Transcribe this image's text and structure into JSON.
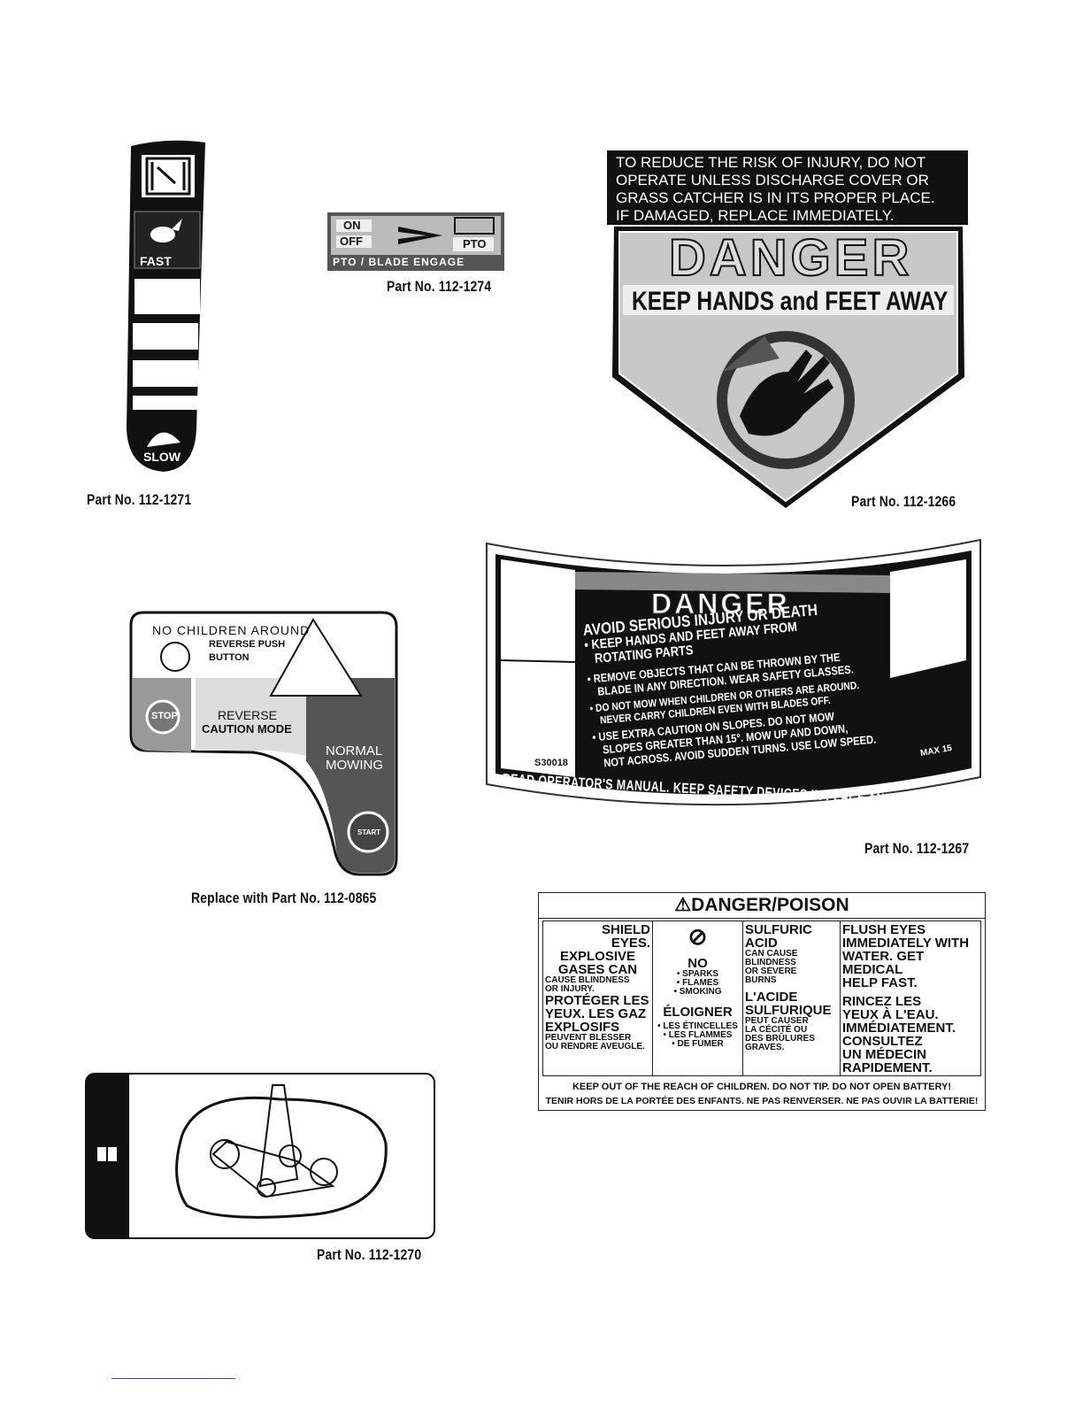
{
  "parts": {
    "p1271": "Part No. 112-1271",
    "p1274": "Part No. 112-1274",
    "p1266": "Part No. 112-1266",
    "p1267": "Part No. 112-1267",
    "p0865": "Replace with Part No. 112-0865",
    "p1270": "Part No. 112-1270"
  },
  "throttle": {
    "fast": "FAST",
    "slow": "SLOW"
  },
  "pto": {
    "on": "ON",
    "off": "OFF",
    "pto": "PTO",
    "caption": "PTO / BLADE ENGAGE"
  },
  "hands": {
    "warning_lines": [
      "TO REDUCE THE RISK OF INJURY, DO NOT",
      "OPERATE UNLESS DISCHARGE COVER OR",
      "GRASS CATCHER IS IN ITS PROPER PLACE.",
      "IF DAMAGED, REPLACE IMMEDIATELY."
    ],
    "danger": "DANGER",
    "keep": "KEEP HANDS and FEET AWAY"
  },
  "reverse": {
    "no_children": "NO CHILDREN AROUND",
    "reverse_push": "REVERSE PUSH",
    "button": "BUTTON",
    "stop": "STOP",
    "reverse": "REVERSE",
    "caution": "CAUTION MODE",
    "normal": "NORMAL",
    "mowing": "MOWING",
    "start": "START"
  },
  "serious": {
    "danger": "DANGER",
    "lines": [
      "AVOID SERIOUS INJURY OR DEATH",
      "• KEEP HANDS AND FEET AWAY FROM",
      "ROTATING PARTS",
      "• REMOVE OBJECTS THAT CAN BE THROWN BY THE",
      "BLADE IN ANY DIRECTION. WEAR SAFETY GLASSES.",
      "• DO NOT MOW WHEN CHILDREN OR OTHERS ARE AROUND.",
      "NEVER CARRY CHILDREN EVEN WITH BLADES OFF.",
      "• USE EXTRA CAUTION ON SLOPES. DO NOT MOW",
      "SLOPES GREATER THAN 15°. MOW UP AND DOWN,",
      "NOT ACROSS. AVOID SUDDEN TURNS. USE LOW SPEED."
    ],
    "code": "S30018",
    "max": "MAX 15",
    "bottom": "READ OPERATOR'S MANUAL. KEEP SAFETY DEVICES IN PLACE AND WORKING."
  },
  "poison": {
    "title": "DANGER/POISON",
    "col1": {
      "shield": "SHIELD",
      "eyes": "EYES.",
      "explosive": "EXPLOSIVE",
      "gases": "GASES CAN",
      "cause": "CAUSE BLINDNESS",
      "injury": "OR INJURY.",
      "proteger": "PROTÉGER LES",
      "yeux": "YEUX. LES GAZ",
      "explosifs": "EXPLOSIFS",
      "peuvent": "PEUVENT BLESSER",
      "rendre": "OU RENDRE AVEUGLE."
    },
    "col2": {
      "no": "NO",
      "sparks": "• SPARKS",
      "flames": "• FLAMES",
      "smoking": "• SMOKING",
      "eloigner": "ÉLOIGNER",
      "etincelles": "• LES ÉTINCELLES",
      "flammes": "• LES FLAMMES",
      "fumer": "• DE FUMER"
    },
    "col3": {
      "sulfuric": "SULFURIC ACID",
      "can_cause": "CAN CAUSE",
      "blindness": "BLINDNESS",
      "or_severe": "OR SEVERE",
      "burns": "BURNS",
      "acide": "L'ACIDE",
      "sulfurique": "SULFURIQUE",
      "peut_causer": "PEUT CAUSER",
      "cecite": "LA CÉCITÉ OU",
      "brulures": "DES BRÛLURES",
      "graves": "GRAVES."
    },
    "col4": {
      "flush": "FLUSH EYES",
      "immediately": "IMMEDIATELY WITH",
      "water": "WATER. GET MEDICAL",
      "help": "HELP FAST.",
      "rincez": "RINCEZ LES",
      "yeux": "YEUX À L'EAU.",
      "immediatement": "IMMÉDIATEMENT.",
      "consultez": "CONSULTEZ",
      "medecin": "UN MÉDECIN",
      "rapidement": "RAPIDEMENT."
    },
    "footer_en": "KEEP OUT OF THE REACH OF CHILDREN. DO NOT TIP. DO NOT OPEN BATTERY!",
    "footer_fr": "TENIR HORS DE LA PORTÉE DES ENFANTS. NE PAS RENVERSER. NE PAS OUVIR LA BATTERIE!"
  }
}
